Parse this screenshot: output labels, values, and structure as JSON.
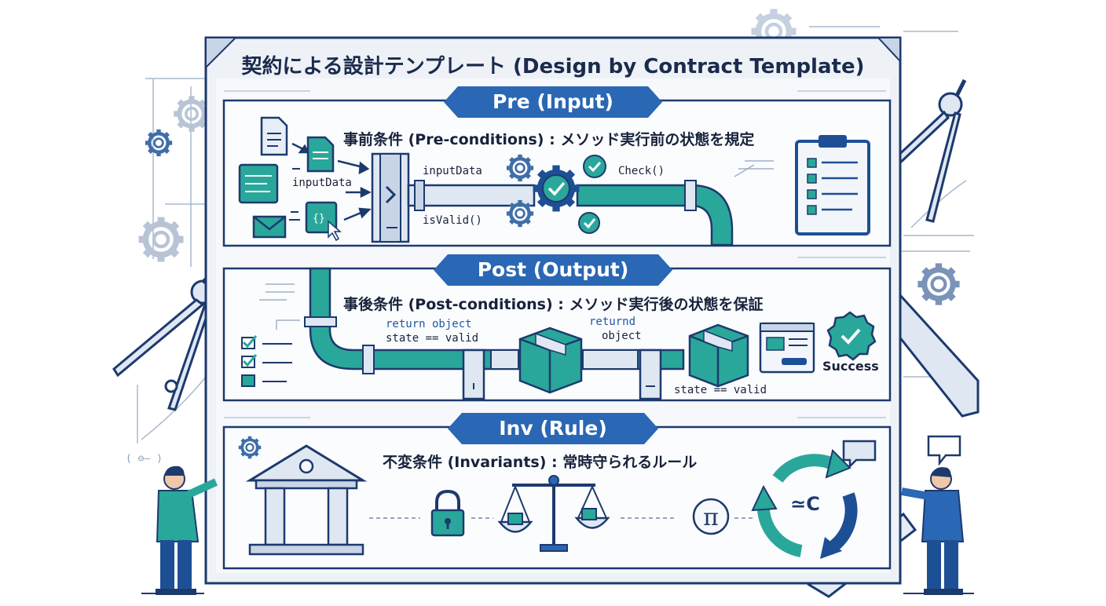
{
  "title": "契約による設計テンプレート (Design by Contract Template)",
  "sections": {
    "pre": {
      "ribbon": "Pre (Input)",
      "subtitle": "事前条件 (Pre-conditions) : メソッド実行前の状態を規定",
      "labels": {
        "input_data_left": "inputData",
        "input_data": "inputData",
        "is_valid": "isValid()",
        "check": "Check()",
        "braces": "{}"
      }
    },
    "post": {
      "ribbon": "Post (Output)",
      "subtitle": "事後条件 (Post-conditions) : メソッド実行後の状態を保証",
      "labels": {
        "return_object": "return object",
        "state_valid_1": "state == valid",
        "returnd": "returnd",
        "object": "object",
        "state_valid_2": "state == valid",
        "success": "Success"
      }
    },
    "inv": {
      "ribbon": "Inv (Rule)",
      "subtitle": "不変条件 (Invariants) : 常時守られるルール",
      "labels": {
        "pi": "π",
        "approx_c": "≃C"
      }
    }
  },
  "colors": {
    "navy": "#1d3a6e",
    "blue": "#2a67b4",
    "teal": "#2aa79b",
    "light_blue": "#dfe7f2"
  }
}
